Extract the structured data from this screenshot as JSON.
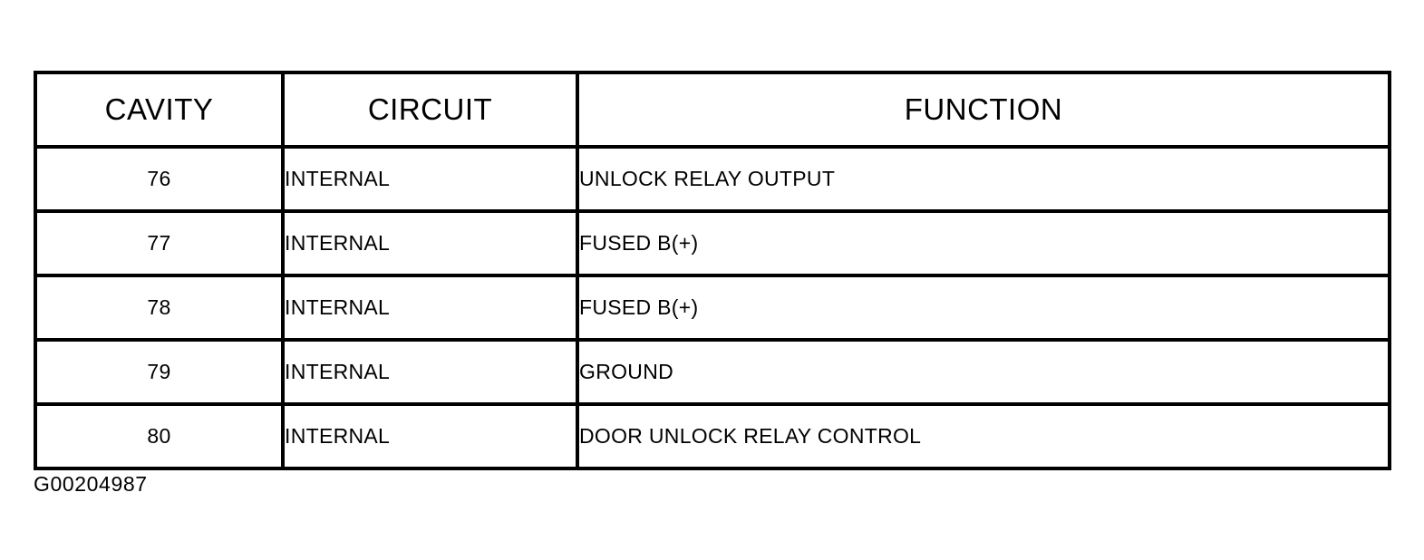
{
  "table": {
    "name": "connector-pinout-table",
    "headers": [
      {
        "key": "cavity",
        "label": "CAVITY"
      },
      {
        "key": "circuit",
        "label": "CIRCUIT"
      },
      {
        "key": "function",
        "label": "FUNCTION"
      }
    ],
    "rows": [
      {
        "cavity": "76",
        "circuit": "INTERNAL",
        "function": "UNLOCK RELAY OUTPUT"
      },
      {
        "cavity": "77",
        "circuit": "INTERNAL",
        "function": "FUSED B(+)"
      },
      {
        "cavity": "78",
        "circuit": "INTERNAL",
        "function": "FUSED B(+)"
      },
      {
        "cavity": "79",
        "circuit": "INTERNAL",
        "function": "GROUND"
      },
      {
        "cavity": "80",
        "circuit": "INTERNAL",
        "function": "DOOR UNLOCK RELAY CONTROL"
      }
    ]
  },
  "caption": {
    "text": "G00204987"
  },
  "colors": {
    "background": "#ffffff",
    "ink": "#000000",
    "rule": "#000000"
  }
}
